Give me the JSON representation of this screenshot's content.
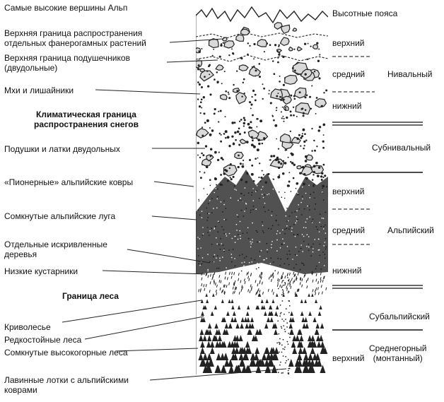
{
  "left_labels": {
    "highest_peaks": "Самые высокие вершины Альп",
    "phanerogam_limit": "Верхняя граница распространения\nотдельных фанерогамных растений",
    "cushion_limit": "Верхняя граница подушечников\n(двудольные)",
    "mosses_lichens": "Мхи и лишайники",
    "snow_line": "Климатическая граница\nраспространения снегов",
    "dicot_cushions": "Подушки и латки двудольных",
    "pioneer_carpets": "«Пионерные» альпийские ковры",
    "closed_meadows": "Сомкнутые альпийские луга",
    "crooked_trees": "Отдельные искривленные\nдеревья",
    "low_shrubs": "Низкие кустарники",
    "forest_line": "Граница леса",
    "krummholz": "Криволесье",
    "open_forest": "Редкостойные леса",
    "closed_forest": "Сомкнутые высокогорные леса",
    "avalanche_chutes": "Лавинные лотки с альпийскими\nковрами"
  },
  "right_labels": {
    "belts_title": "Высотные пояса",
    "nival_upper": "верхний",
    "nival_middle": "средний",
    "nival_lower": "нижний",
    "nival": "Нивальный",
    "subnival": "Субнивальный",
    "alpine_upper": "верхний",
    "alpine_middle": "средний",
    "alpine_lower": "нижний",
    "alpine": "Альпийский",
    "subalpine": "Субальпийский",
    "montane_upper": "верхний",
    "montane": "Среднегорный\n(монтанный)"
  }
}
